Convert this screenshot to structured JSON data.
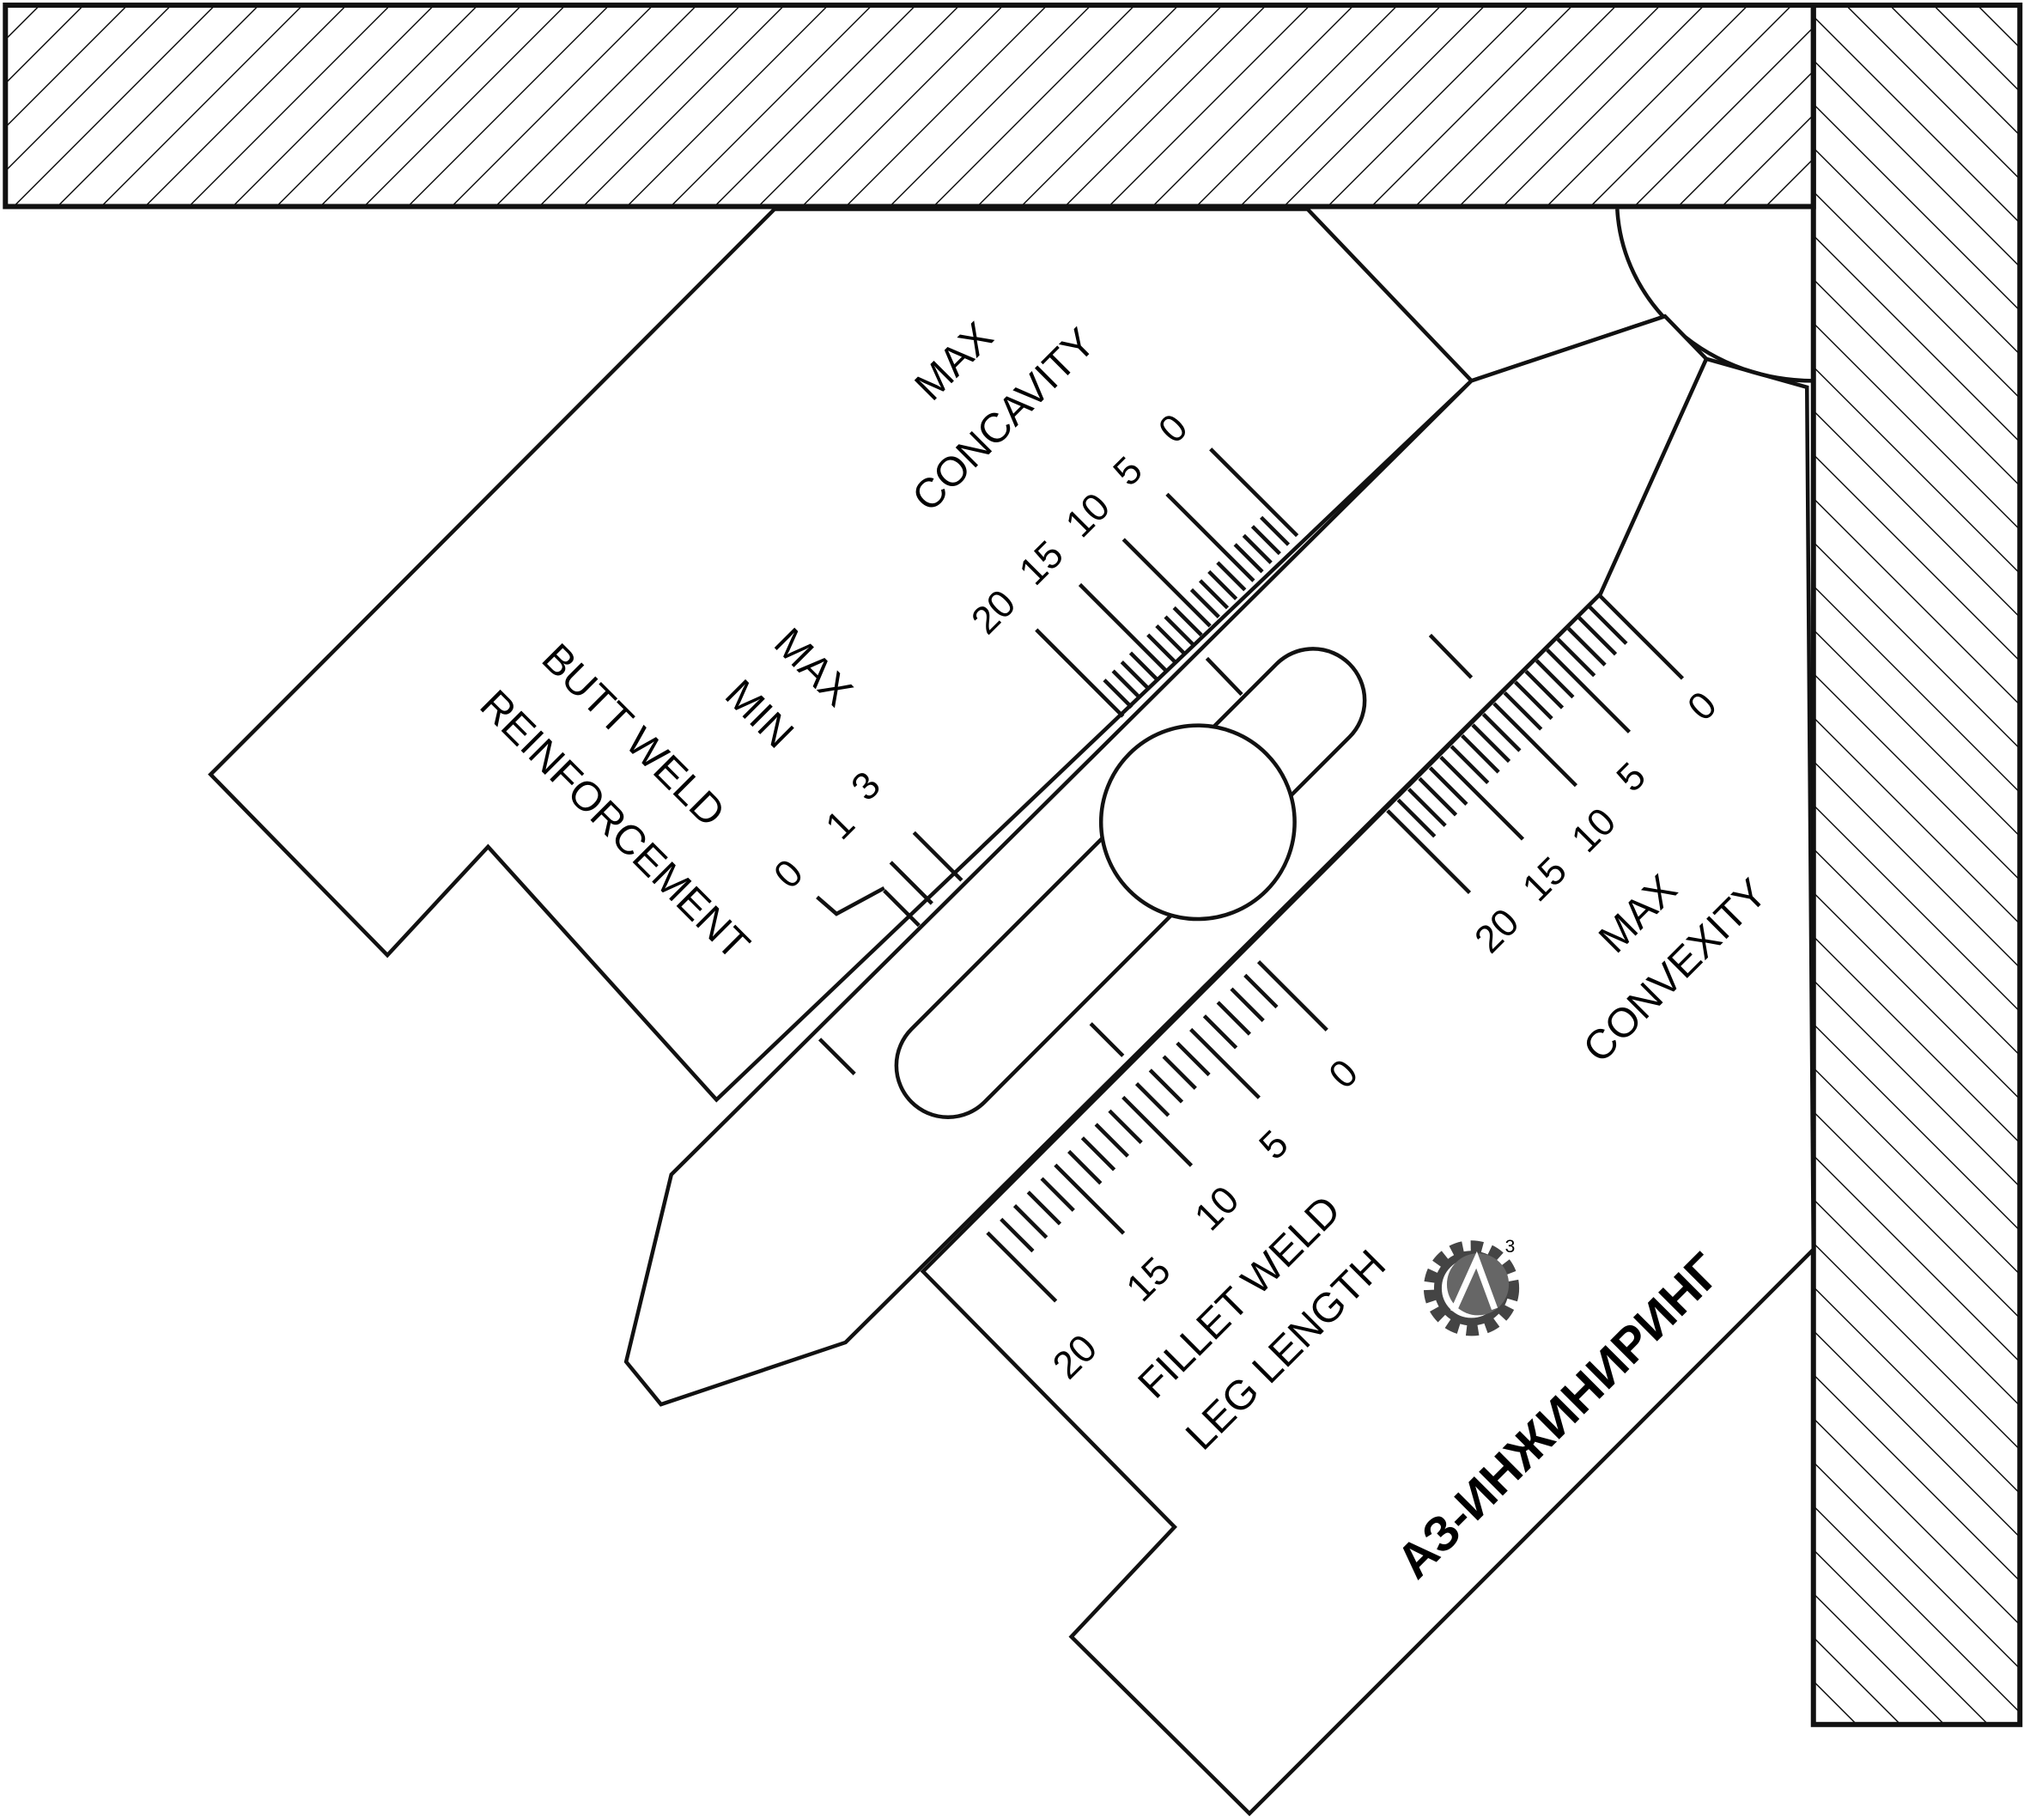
{
  "title": "Weld gauge on fillet joint",
  "labels": {
    "concavity": [
      "MAX",
      "CONCAVITY"
    ],
    "convexity": [
      "MAX",
      "CONVEXITY"
    ],
    "butt_weld": [
      "BUTT WELD",
      "REINFORCEMENT"
    ],
    "max_min": [
      "MAX",
      "MIN"
    ],
    "fillet": [
      "FILLET WELD",
      "LEG LENGTH"
    ]
  },
  "scales": {
    "concavity": [
      "20",
      "15",
      "10",
      "5",
      "0"
    ],
    "convexity": [
      "20",
      "15",
      "10",
      "5",
      "0"
    ],
    "fillet": [
      "20",
      "15",
      "10",
      "5",
      "0"
    ],
    "butt_weld": [
      "0",
      "1",
      "3"
    ]
  },
  "brand": {
    "name": "АЗ-ИНЖИНИРИНГ",
    "logo_text": "А3"
  },
  "colors": {
    "line": "#111111",
    "logo": "#555555"
  }
}
